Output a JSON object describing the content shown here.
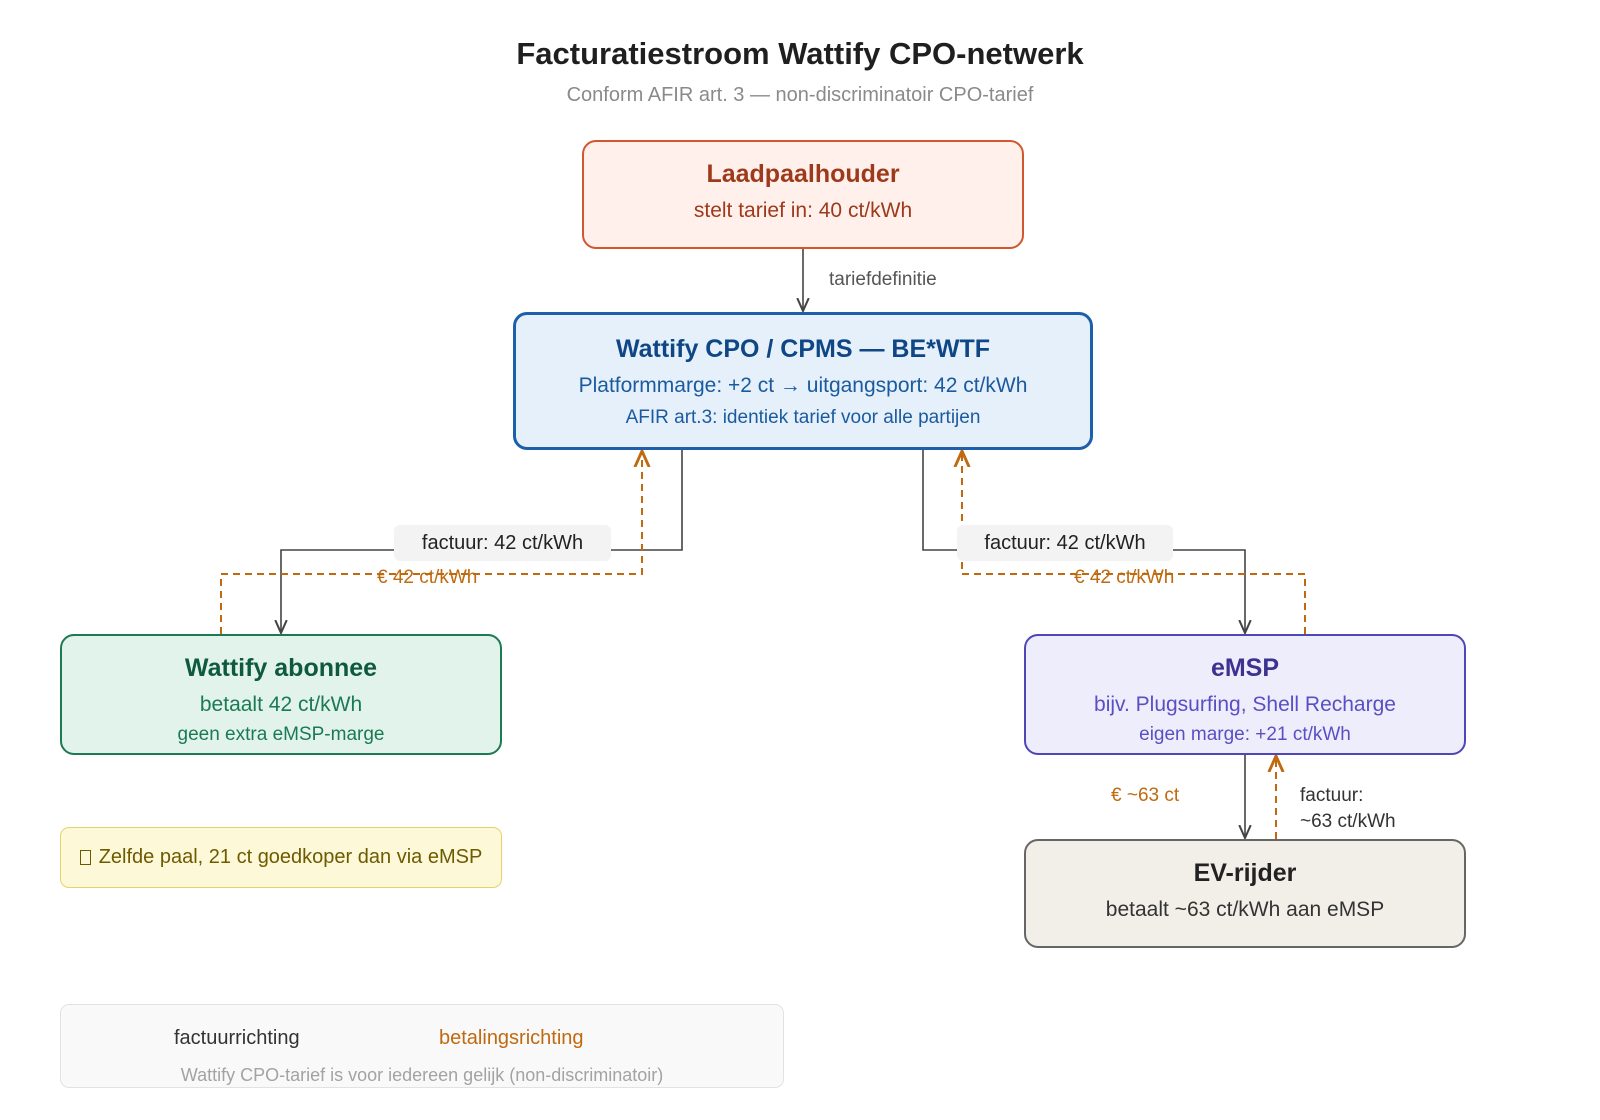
{
  "title": "Facturatiestroom Wattify CPO-netwerk",
  "subtitle": "Conform AFIR art. 3 — non-discriminatoir CPO-tarief",
  "nodes": {
    "laadpaalhouder": {
      "title": "Laadpaalhouder",
      "line1": "stelt tarief in: 40 ct/kWh"
    },
    "cpo": {
      "title": "Wattify CPO / CPMS — BE*WTF",
      "line1": "Platformmarge: +2 ct → uitgangsport: 42 ct/kWh",
      "line2": "AFIR art.3: identiek tarief voor alle partijen"
    },
    "abonnee": {
      "title": "Wattify abonnee",
      "line1": "betaalt 42 ct/kWh",
      "line2": "geen extra eMSP-marge"
    },
    "emsp": {
      "title": "eMSP",
      "line1": "bijv. Plugsurfing, Shell Recharge",
      "line2": "eigen marge: +21 ct/kWh"
    },
    "ev_rijder": {
      "title": "EV-rijder",
      "line1": "betaalt ~63 ct/kWh aan eMSP"
    }
  },
  "edges": {
    "tariefdefinitie": "tariefdefinitie",
    "invoice_left": "factuur: 42 ct/kWh",
    "payment_left": "€ 42 ct/kWh",
    "invoice_right": "factuur: 42 ct/kWh",
    "payment_right": "€ 42 ct/kWh",
    "payment_ev": "€ ~63 ct",
    "invoice_ev_line1": "factuur:",
    "invoice_ev_line2": "~63 ct/kWh"
  },
  "note": "Zelfde paal, 21 ct goedkoper dan via eMSP",
  "legend": {
    "invoice": "factuurrichting",
    "payment": "betalingsrichting",
    "footnote": "Wattify CPO-tarief is voor iedereen gelijk (non-discriminatoir)"
  },
  "colors": {
    "invoice_line": "#444444",
    "payment_line": "#c06a10"
  }
}
